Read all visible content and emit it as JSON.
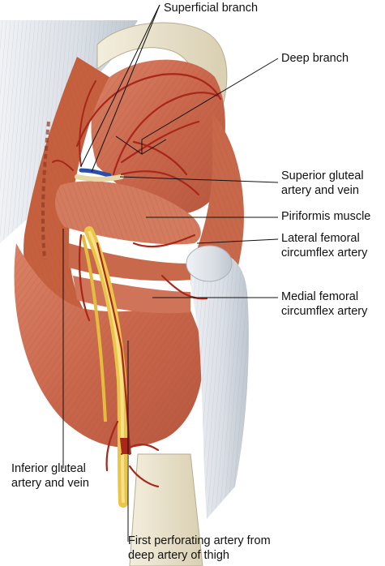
{
  "labels": {
    "superficial_branch": "Superficial branch",
    "deep_branch": "Deep branch",
    "superior_gluteal_1": "Superior gluteal",
    "superior_gluteal_2": "artery and vein",
    "piriformis": "Piriformis muscle",
    "lateral_femoral_1": "Lateral femoral",
    "lateral_femoral_2": "circumflex artery",
    "medial_femoral_1": "Medial femoral",
    "medial_femoral_2": "circumflex artery",
    "inferior_gluteal_1": "Inferior gluteal",
    "inferior_gluteal_2": "artery and vein",
    "first_perforating_1": "First perforating artery from",
    "first_perforating_2": "deep artery of thigh"
  },
  "colors": {
    "muscle": "#cf7458",
    "muscle_dark": "#a9472f",
    "muscle_light": "#e2987c",
    "tendon": "#dfe3e8",
    "bone": "#ebe4cf",
    "artery": "#a8261a",
    "vein": "#2a4fa8",
    "nerve": "#e9c54a",
    "leader": "#111111"
  }
}
